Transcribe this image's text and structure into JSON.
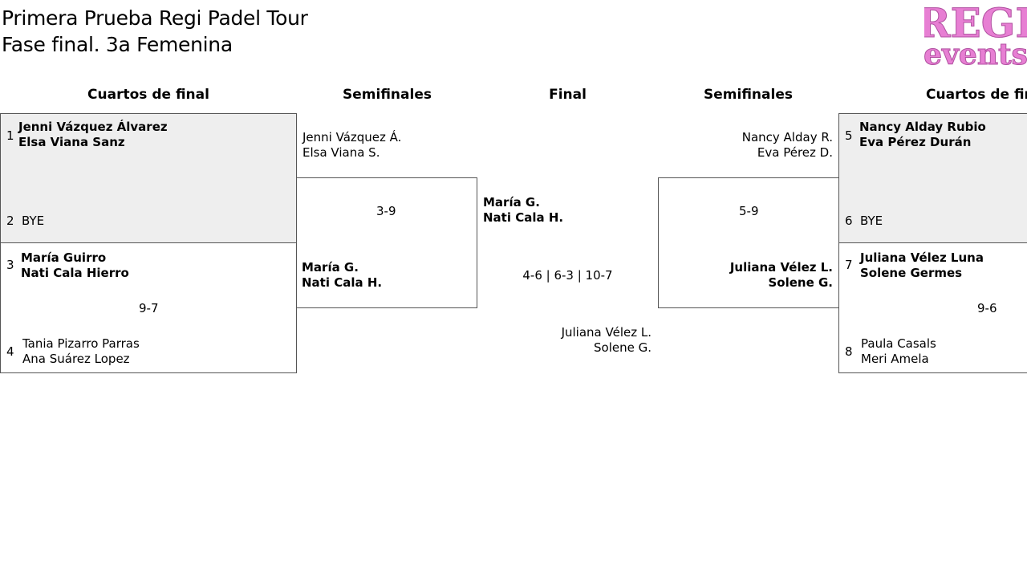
{
  "header": {
    "title_line1": "Primera Prueba Regi Padel Tour",
    "title_line2": "Fase final. 3a Femenina",
    "logo_line1": "REGI",
    "logo_line2": "events",
    "logo_color": "#e77fd3"
  },
  "rounds": {
    "left_quarter": "Cuartos de final",
    "left_semi": "Semifinales",
    "final": "Final",
    "right_semi": "Semifinales",
    "right_quarter": "Cuartos de final"
  },
  "left_quarters": [
    {
      "seed1": "1",
      "team1": [
        "Jenni Vázquez Álvarez",
        "Elsa Viana Sanz"
      ],
      "seed2": "2",
      "team2": [
        "BYE"
      ],
      "score": ""
    },
    {
      "seed1": "3",
      "team1": [
        "María Guirro",
        "Nati Cala Hierro"
      ],
      "seed2": "4",
      "team2": [
        "Tania Pizarro Parras",
        "Ana Suárez Lopez"
      ],
      "score": "9-7"
    }
  ],
  "left_semi": {
    "team1": [
      "Jenni Vázquez Á.",
      "Elsa Viana S."
    ],
    "team2": [
      "María G.",
      "Nati Cala H."
    ],
    "score": "3-9"
  },
  "final": {
    "team1": [
      "María G.",
      "Nati Cala H."
    ],
    "team2": [
      "Juliana Vélez L.",
      "Solene G."
    ],
    "score": "4-6 | 6-3 | 10-7"
  },
  "right_semi": {
    "team1": [
      "Nancy Alday R.",
      "Eva Pérez D."
    ],
    "team2": [
      "Juliana Vélez L.",
      "Solene G."
    ],
    "score": "5-9"
  },
  "right_quarters": [
    {
      "seed1": "5",
      "team1": [
        "Nancy Alday Rubio",
        "Eva Pérez Durán"
      ],
      "seed2": "6",
      "team2": [
        "BYE"
      ],
      "score": ""
    },
    {
      "seed1": "7",
      "team1": [
        "Juliana Vélez Luna",
        "Solene Germes"
      ],
      "seed2": "8",
      "team2": [
        "Paula Casals",
        "Meri Amela"
      ],
      "score": "9-6"
    }
  ]
}
